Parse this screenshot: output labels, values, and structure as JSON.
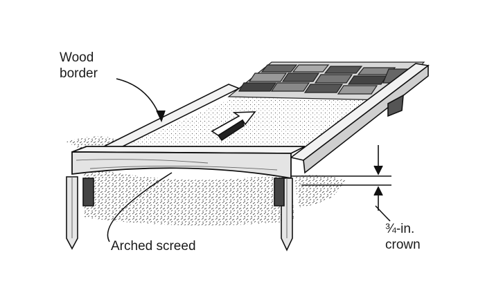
{
  "labels": {
    "wood_border": [
      "Wood",
      "border"
    ],
    "arched_screed": "Arched screed",
    "crown": [
      "¾-in.",
      "crown"
    ]
  }
}
